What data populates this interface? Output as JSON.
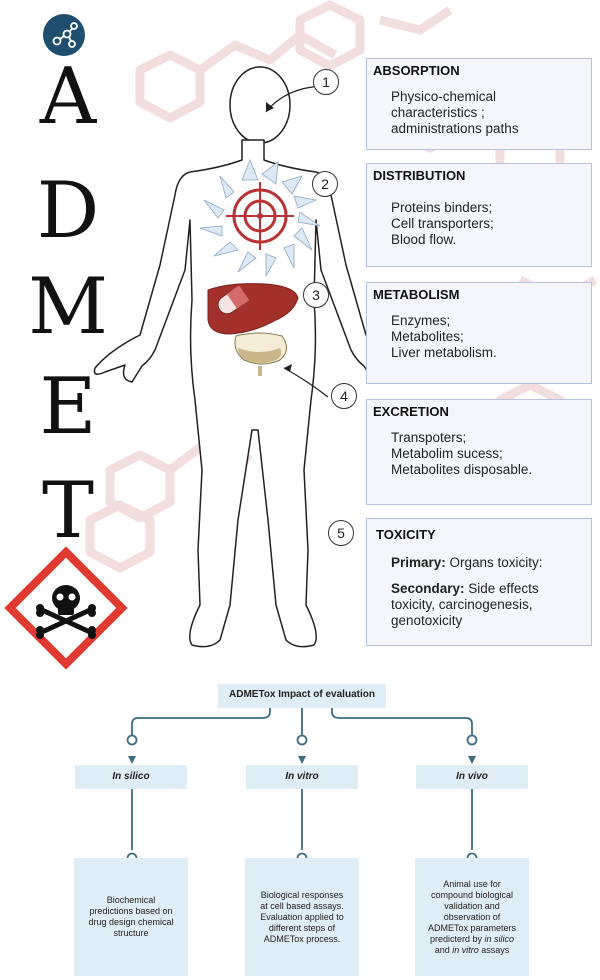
{
  "letters": [
    "A",
    "D",
    "M",
    "E",
    "T"
  ],
  "steps": [
    {
      "number": "1",
      "title": "ABSORPTION",
      "lines": [
        "Physico-chemical",
        "characteristics ;",
        "administrations paths"
      ]
    },
    {
      "number": "2",
      "title": "DISTRIBUTION",
      "lines": [
        "Proteins binders;",
        "Cell transporters;",
        "Blood flow."
      ]
    },
    {
      "number": "3",
      "title": "METABOLISM",
      "lines": [
        "Enzymes;",
        "Metabolites;",
        "Liver metabolism."
      ]
    },
    {
      "number": "4",
      "title": "EXCRETION",
      "lines": [
        "Transpoters;",
        "Metabolim sucess;",
        "Metabolites disposable."
      ]
    },
    {
      "number": "5",
      "title": "TOXICITY",
      "primary_label": "Primary:",
      "primary_text": " Organs toxicity:",
      "secondary_label": "Secondary:",
      "secondary_text": " Side effects",
      "secondary_lines": [
        "toxicity, carcinogenesis,",
        "genotoxicity"
      ]
    }
  ],
  "flowchart": {
    "title": "ADMETox Impact of evaluation",
    "categories": [
      "In silico",
      "In vitro",
      "In vivo"
    ],
    "descriptions": {
      "silico": [
        "Biochemical",
        "predictions based on",
        "drug design chemical",
        "structure"
      ],
      "vitro": [
        "Biological responses",
        "at cell based assays.",
        "Evaluation applied to",
        "different steps of",
        "ADMETox process."
      ],
      "vivo_lines": [
        "Animal use for",
        "compound biological",
        "validation and",
        "observation of",
        "ADMETox parameters"
      ],
      "vivo_l6_a": "predicterd by ",
      "vivo_l6_b": "in silico",
      "vivo_l7_a": "and ",
      "vivo_l7_b": "in vitro",
      "vivo_l7_c": " assays"
    }
  },
  "colors": {
    "target_red": "#b83232",
    "liver_red": "#a3302b",
    "bladder_tan": "#c9b68a",
    "flow_fill": "#dfeef6",
    "flow_line": "#3b6e83",
    "hazard_red": "#e03a32",
    "badge_navy": "#1f4e6e"
  }
}
